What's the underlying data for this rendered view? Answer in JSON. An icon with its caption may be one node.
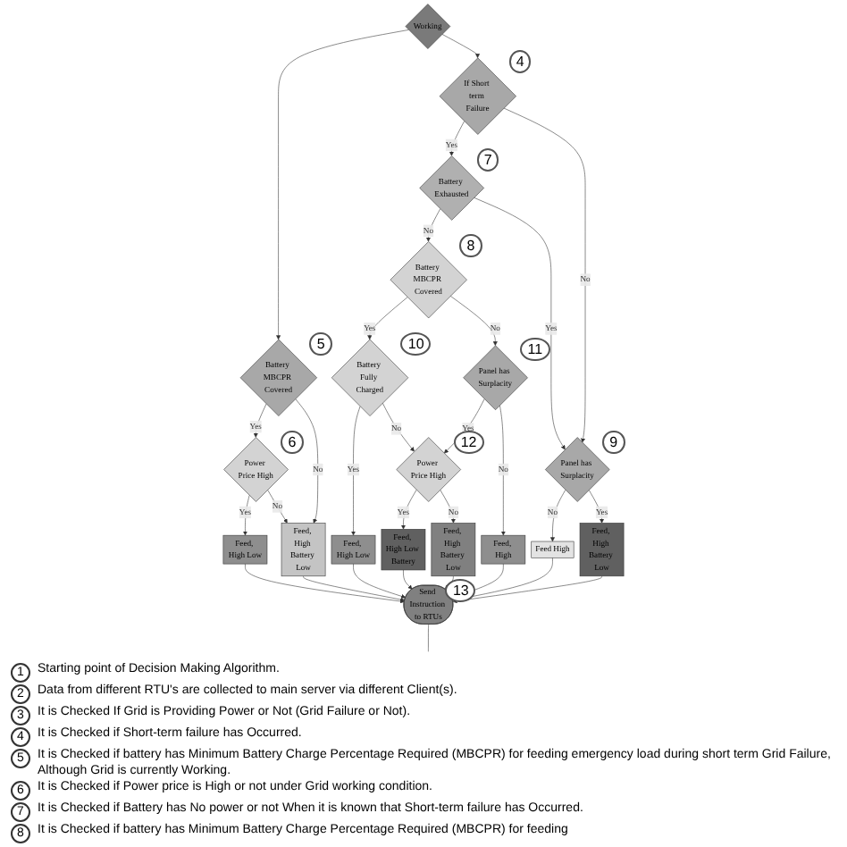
{
  "diagram": {
    "nodes": [
      {
        "text": [
          "Working"
        ]
      },
      {
        "text": [
          "Battery MBCPR Covered"
        ]
      },
      {
        "text": [
          "If Short term Failure"
        ]
      },
      {
        "text": [
          "Power Price High"
        ]
      },
      {
        "text": [
          "Feed, High Battery Low"
        ]
      },
      {
        "text": [
          "Battery Exhausted"
        ]
      },
      {
        "text": [
          "Feed, High Low"
        ]
      },
      {
        "text": [
          "Battery MBCPR Covered"
        ]
      },
      {
        "text": [
          "Panel has Surplacity"
        ]
      },
      {
        "text": [
          "Feed High"
        ]
      },
      {
        "text": [
          "Feed, High Battery Low"
        ]
      },
      {
        "text": [
          "Battery Fully Charged"
        ]
      },
      {
        "text": [
          "Panel has Surplacity"
        ]
      },
      {
        "text": [
          "Feed, High Low"
        ]
      },
      {
        "text": [
          "Power Price High"
        ]
      },
      {
        "text": [
          "Feed, High"
        ]
      },
      {
        "text": [
          "Feed, High Low Battery"
        ]
      },
      {
        "text": [
          "Feed, High Battery Low"
        ]
      },
      {
        "text": [
          "Send Instruction to RTUs"
        ]
      }
    ],
    "edges": [
      {
        "from": 0,
        "to": 1,
        "arrow": "to"
      },
      {
        "from": 0,
        "to": 2,
        "arrow": "to"
      },
      {
        "from": 1,
        "to": 3,
        "arrow": "to",
        "label": "Yes"
      },
      {
        "from": 1,
        "to": 4,
        "arrow": "to",
        "label": "No"
      },
      {
        "from": 3,
        "to": 6,
        "arrow": "to",
        "label": "Yes"
      },
      {
        "from": 3,
        "to": 4,
        "arrow": "to",
        "label": "No"
      },
      {
        "from": 2,
        "to": 5,
        "arrow": "to",
        "label": "Yes"
      },
      {
        "from": 2,
        "to": 8,
        "arrow": "to",
        "label": "No"
      },
      {
        "from": 5,
        "to": 7,
        "arrow": "to",
        "label": "No"
      },
      {
        "from": 5,
        "to": 8,
        "arrow": "to",
        "label": "Yes"
      },
      {
        "from": 8,
        "to": 9,
        "arrow": "to",
        "label": "No"
      },
      {
        "from": 8,
        "to": 10,
        "arrow": "to",
        "label": "Yes"
      },
      {
        "from": 7,
        "to": 11,
        "arrow": "to",
        "label": "Yes"
      },
      {
        "from": 7,
        "to": 12,
        "arrow": "to",
        "label": "No"
      },
      {
        "from": 11,
        "to": 13,
        "arrow": "to",
        "label": "Yes"
      },
      {
        "from": 11,
        "to": 14,
        "arrow": "to",
        "label": "No"
      },
      {
        "from": 12,
        "to": 14,
        "arrow": "to",
        "label": "Yes"
      },
      {
        "from": 12,
        "to": 15,
        "arrow": "to",
        "label": "No"
      },
      {
        "from": 14,
        "to": 16,
        "arrow": "to",
        "label": "Yes"
      },
      {
        "from": 14,
        "to": 17,
        "arrow": "to",
        "label": "No"
      },
      {
        "from": 4,
        "to": 18,
        "arrow": "to"
      },
      {
        "from": 6,
        "to": 18,
        "arrow": "to"
      },
      {
        "from": 13,
        "to": 18,
        "arrow": "to"
      },
      {
        "from": 16,
        "to": 18,
        "arrow": "to"
      },
      {
        "from": 17,
        "to": 18,
        "arrow": "to"
      },
      {
        "from": 9,
        "to": 18,
        "arrow": "to"
      },
      {
        "from": 15,
        "to": 18,
        "arrow": "to"
      },
      {
        "from": 10,
        "to": 18,
        "arrow": "to"
      },
      {
        "from": 18,
        "to": null,
        "arrow": "none"
      }
    ],
    "labels": [
      "4",
      "5",
      "7",
      "6",
      "8",
      "9",
      "10",
      "12",
      "11",
      "13",
      "1",
      "Starting point of Decision Making Algorithm.",
      "2",
      "Data from different RTU's are collected to main server via different Client(s).",
      "3",
      "It is Checked If Grid is Providing Power or Not (Grid Failure or Not).",
      "4",
      "It is Checked if Short-term failure has Occurred.",
      "5",
      "It is Checked if battery has Minimum Battery Charge Percentage Required (MBCPR) for feeding emergency load during short term Grid Failure, Although Grid is currently Working.",
      "6",
      "It is Checked if Power price is High or not under Grid working condition.",
      "7",
      "It is Checked if Battery has No power or not When it is known that Short-term failure has Occurred.",
      "8",
      "It is Checked if battery has Minimum Battery Charge Percentage Required (MBCPR) for feeding"
    ]
  }
}
